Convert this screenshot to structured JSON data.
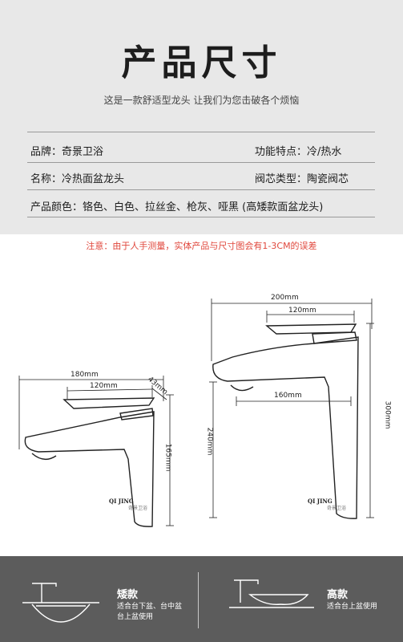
{
  "header": {
    "title": "产品尺寸",
    "subtitle": "这是一款舒适型龙头  让我们为您击破各个烦恼"
  },
  "specs": {
    "brand_label": "品牌：奇景卫浴",
    "feature_label": "功能特点：冷/热水",
    "name_label": "名称：冷热面盆龙头",
    "valve_label": "阀芯类型：陶瓷阀芯",
    "color_label": "产品颜色：铬色、白色、拉丝金、枪灰、哑黑 (高矮款面盆龙头)"
  },
  "notice": "注意：由于人手测量，实体产品与尺寸图会有1-3CM的误差",
  "diagram_left": {
    "total_width": "180mm",
    "handle_width": "120mm",
    "handle_side": "43mm",
    "height": "165mm"
  },
  "diagram_right": {
    "total_width": "200mm",
    "handle_width": "120mm",
    "spout_reach": "160mm",
    "spout_height": "240mm",
    "height": "300mm"
  },
  "brand": {
    "mark": "QI JING",
    "mark_sub": "奇景卫浴"
  },
  "bottom": {
    "low": {
      "title": "矮款",
      "desc_line1": "适合台下盆、台中盆",
      "desc_line2": "台上盆使用"
    },
    "high": {
      "title": "高款",
      "desc_line1": "适合台上盆使用"
    }
  },
  "colors": {
    "accent_red": "#e0473c",
    "panel_gray": "#e8e8e8",
    "bottom_gray": "#5c5c5c"
  }
}
